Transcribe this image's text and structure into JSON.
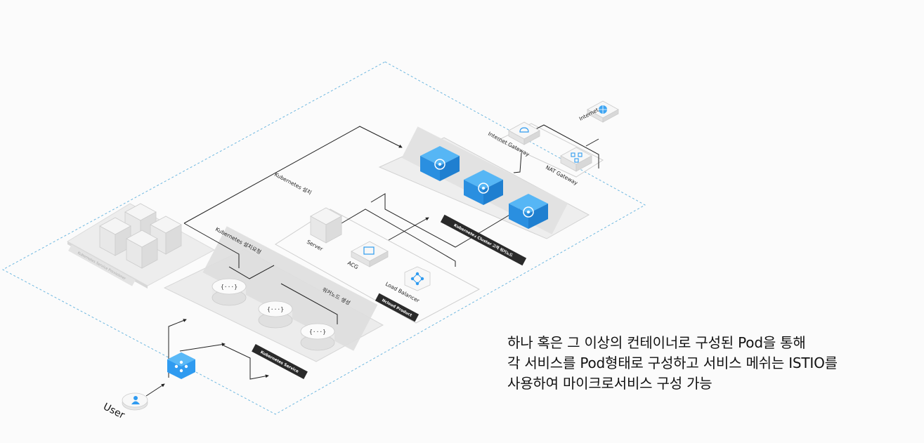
{
  "diagram": {
    "user_label": "User",
    "internet_label": "Internet",
    "internet_gateway_label": "Internet Gateway",
    "nat_gateway_label": "NAT Gateway",
    "k8s_install_label": "Kubernetes 설치",
    "k8s_install_request_label": "Kubernetes 설치요청",
    "worker_node_create_label": "워커노드 생성",
    "server_label": "Server",
    "acg_label": "ACG",
    "load_balancer_label": "Load Balancer",
    "k8s_cluster_tag": "Kubernetes Cluster 고객 워커노드",
    "ncloud_product_tag": "Ncloud Product",
    "k8s_service_tag": "Kubernetes Service",
    "k8s_provisioner_tag": "Kubernetes Service Provisioner",
    "colors": {
      "accent_blue": "#2f9bf0",
      "dashed_border": "#6fb8e0",
      "platform_gray": "#ececec"
    }
  },
  "caption": {
    "line1": "하나 혹은 그 이상의 컨테이너로 구성된 Pod을 통해",
    "line2": "각 서비스를 Pod형태로 구성하고 서비스 메쉬는 ISTIO를",
    "line3": "사용하여 마이크로서비스 구성 가능"
  }
}
